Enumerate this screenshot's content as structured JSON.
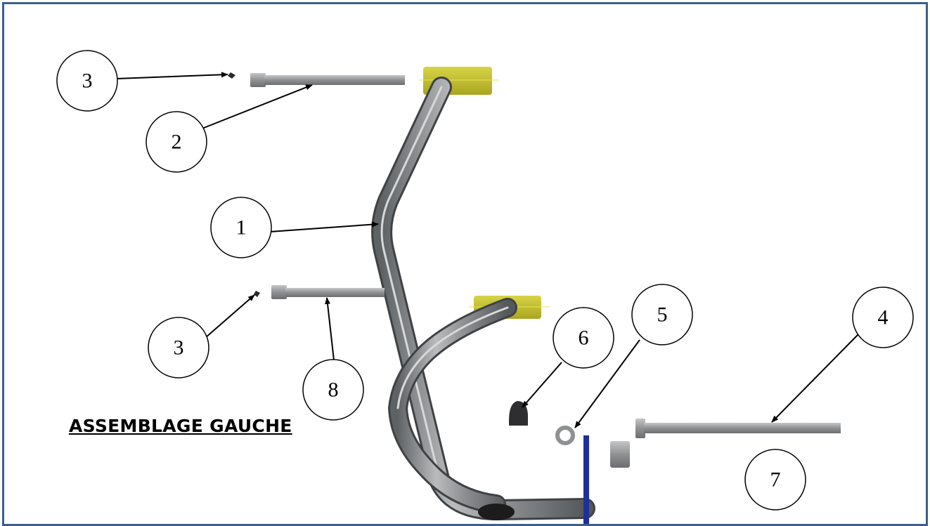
{
  "title": "ASSEMBLAGE GAUCHE",
  "callouts": [
    {
      "label": "3"
    },
    {
      "label": "2"
    },
    {
      "label": "1"
    },
    {
      "label": "3"
    },
    {
      "label": "8"
    },
    {
      "label": "6"
    },
    {
      "label": "5"
    },
    {
      "label": "4"
    },
    {
      "label": "7"
    }
  ],
  "colors": {
    "frame": "#3d5f8a",
    "tube": "#8d8f92",
    "bolt": "#9a9c9e",
    "spacer_yellow": "#c9c431",
    "mount_plate": "#1f2f9a"
  }
}
